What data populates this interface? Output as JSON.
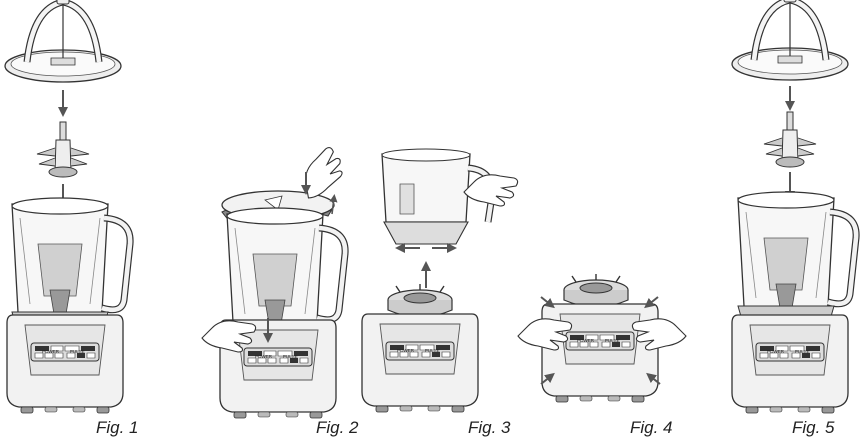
{
  "figures": [
    {
      "caption": "Fig. 1"
    },
    {
      "caption": "Fig. 2"
    },
    {
      "caption": "Fig. 3"
    },
    {
      "caption": "Fig. 4"
    },
    {
      "caption": "Fig. 5"
    }
  ],
  "control_panel": {
    "power_label": "POWER",
    "pulse_label": "PULSE"
  }
}
